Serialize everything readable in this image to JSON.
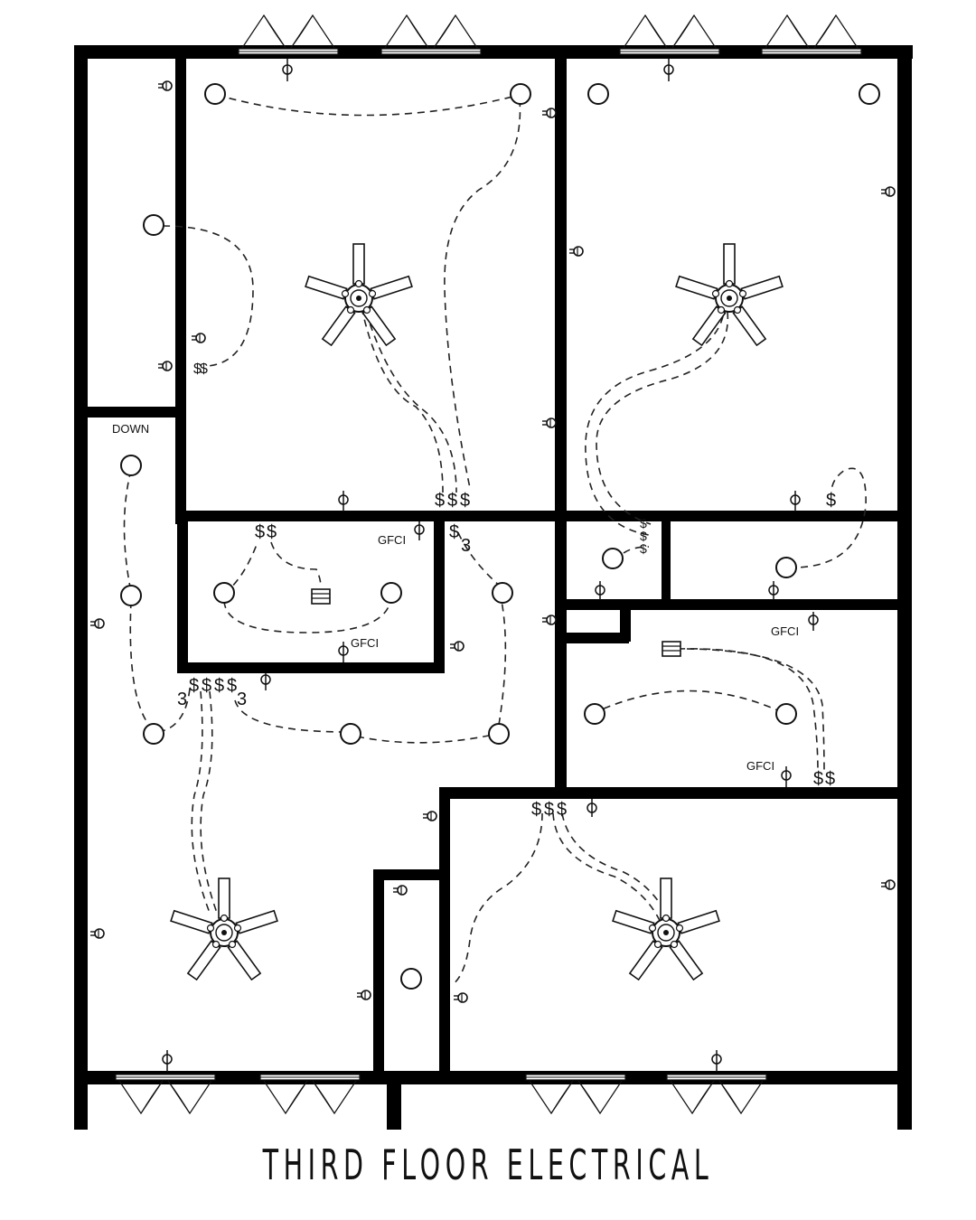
{
  "title": "THIRD FLOOR ELECTRICAL",
  "labels": {
    "stair": "DOWN",
    "gfci": "GFCI",
    "switch_single": "$",
    "switch_three_way": "3"
  },
  "symbols": {
    "ceiling_fan": "ceiling-fan-icon",
    "light": "ceiling-light-icon",
    "outlet": "duplex-outlet-icon",
    "switch": "switch-icon",
    "panel": "exhaust-fan-icon",
    "window": "window-icon"
  },
  "colors": {
    "wall": "#000000",
    "line": "#222222",
    "background": "#ffffff"
  }
}
